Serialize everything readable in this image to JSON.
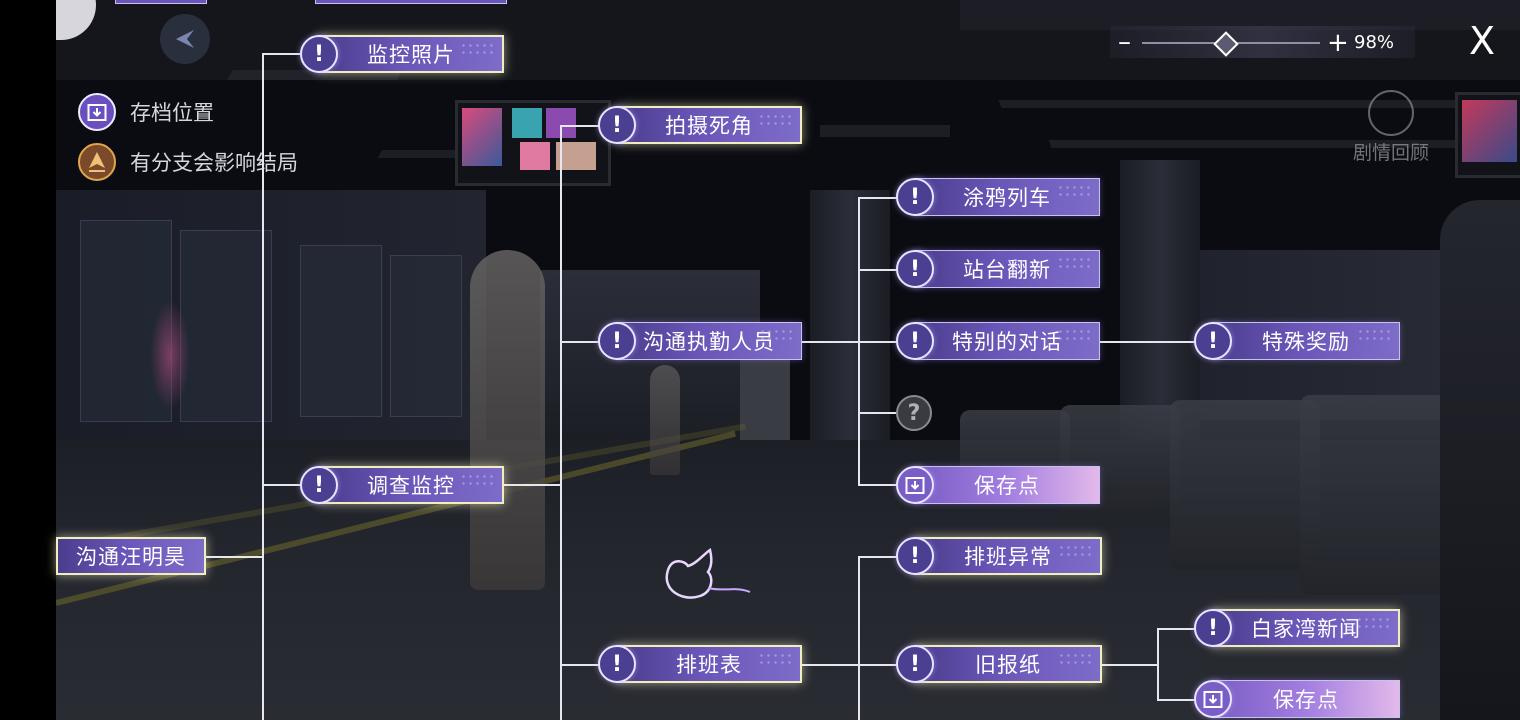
{
  "legend": {
    "save_label": "存档位置",
    "branch_label": "有分支会影响结局"
  },
  "zoom": {
    "minus": "–",
    "plus": "+",
    "value": "98%"
  },
  "close_label": "X",
  "review_label": "剧情回顾",
  "nodes": {
    "jiankong_zhaopian": "监控照片",
    "paishe_sijiao": "拍摄死角",
    "tuya_lieche": "涂鸦列车",
    "zhantai_fanxin": "站台翻新",
    "goutong_zhiqin": "沟通执勤人员",
    "tebie_duihua": "特别的对话",
    "teshu_jiangli": "特殊奖励",
    "diaocha_jiankong": "调查监控",
    "baocundian_1": "保存点",
    "goutong_wangminghao": "沟通汪明昊",
    "paiban_yichang": "排班异常",
    "baijiawan_xinwen": "白家湾新闻",
    "paibanbiao": "排班表",
    "jiu_baozhi": "旧报纸",
    "baocundian_2": "保存点"
  },
  "badge_glyph": "!",
  "unknown_glyph": "?",
  "colors": {
    "node_start": "#4a3d8c",
    "node_end": "#7e6cc9",
    "save_end": "#e2b9ea",
    "line": "#e6e6ee",
    "branch_icon": "#e0a64a"
  }
}
